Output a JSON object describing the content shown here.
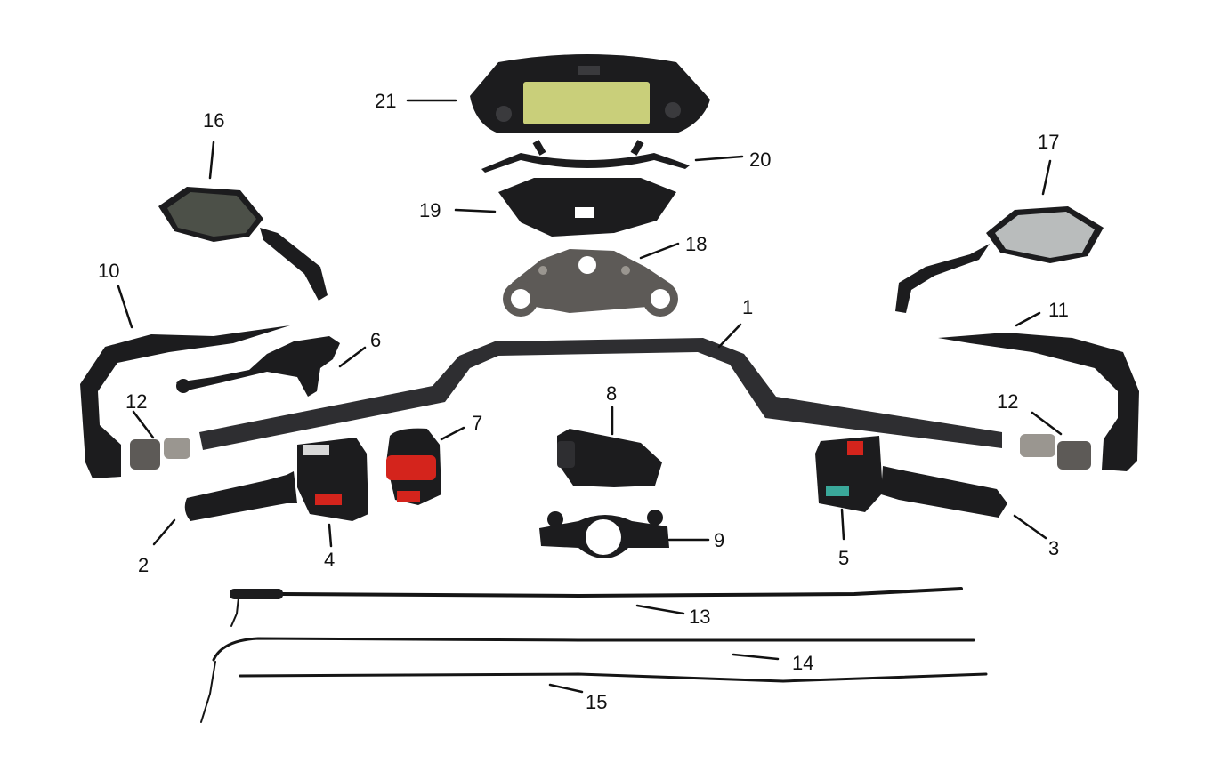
{
  "callouts": {
    "c1": "1",
    "c2": "2",
    "c3": "3",
    "c4": "4",
    "c5": "5",
    "c6": "6",
    "c7": "7",
    "c8": "8",
    "c9": "9",
    "c10": "10",
    "c11": "11",
    "c12a": "12",
    "c12b": "12",
    "c13": "13",
    "c14": "14",
    "c15": "15",
    "c16": "16",
    "c17": "17",
    "c18": "18",
    "c19": "19",
    "c20": "20",
    "c21": "21"
  },
  "colors": {
    "part": "#1c1c1e",
    "metal": "#5d5a57",
    "display": "#c9cf7a",
    "switch_red": "#d4241c",
    "switch_teal": "#3aa89a"
  }
}
